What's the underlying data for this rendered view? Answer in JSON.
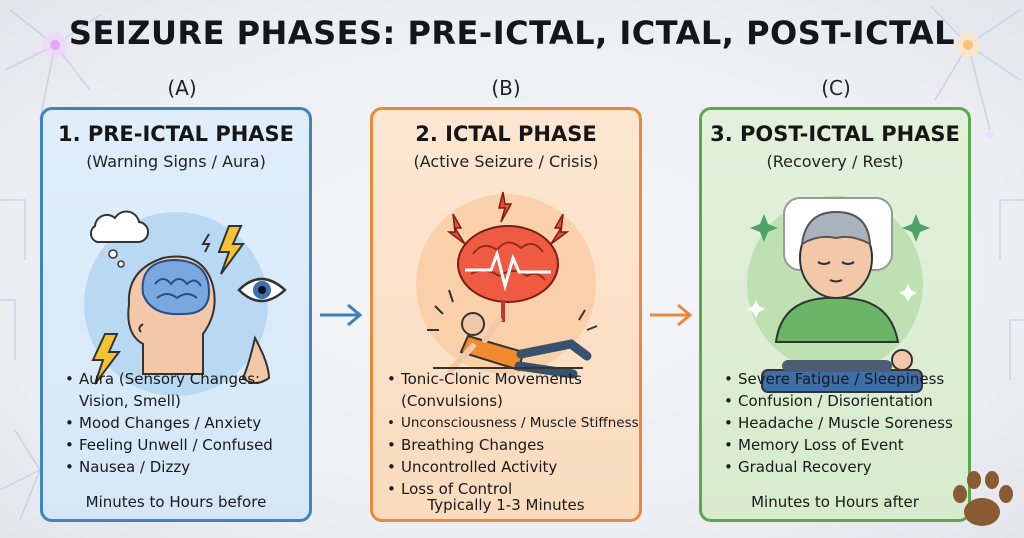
{
  "title": "SEIZURE PHASES: PRE-ICTAL, ICTAL, POST-ICTAL",
  "phases": [
    {
      "letter": "(A)",
      "title": "1. PRE-ICTAL PHASE",
      "subtitle": "(Warning Signs / Aura)",
      "items": [
        "Aura (Sensory Changes:",
        "Vision, Smell)",
        "Mood Changes / Anxiety",
        "Feeling Unwell / Confused",
        "Nausea / Dizzy"
      ],
      "footer": "Minutes to Hours before",
      "color": "#3e84c1"
    },
    {
      "letter": "(B)",
      "title": "2. ICTAL PHASE",
      "subtitle": "(Active Seizure / Crisis)",
      "items": [
        "Tonic-Clonic Movements",
        "(Convulsions)",
        "Unconsciousness / Muscle Stiffness",
        "Breathing Changes",
        "Uncontrolled Activity",
        "Loss of Control"
      ],
      "footer": "Typically 1-3 Minutes",
      "color": "#e9893b"
    },
    {
      "letter": "(C)",
      "title": "3. POST-ICTAL PHASE",
      "subtitle": "(Recovery / Rest)",
      "items": [
        "Severe Fatigue / Sleepiness",
        "Confusion / Disorientation",
        "Headache / Muscle Soreness",
        "Memory Loss of Event",
        "Gradual Recovery"
      ],
      "footer": "Minutes to Hours after",
      "color": "#5ca850"
    }
  ]
}
